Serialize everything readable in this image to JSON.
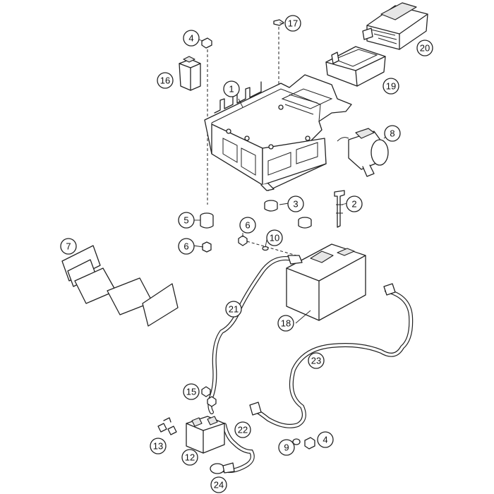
{
  "callouts": [
    {
      "id": "c1",
      "label": "1"
    },
    {
      "id": "c2",
      "label": "2"
    },
    {
      "id": "c3",
      "label": "3"
    },
    {
      "id": "c4a",
      "label": "4"
    },
    {
      "id": "c4b",
      "label": "4"
    },
    {
      "id": "c5",
      "label": "5"
    },
    {
      "id": "c6a",
      "label": "6"
    },
    {
      "id": "c6b",
      "label": "6"
    },
    {
      "id": "c7",
      "label": "7"
    },
    {
      "id": "c8",
      "label": "8"
    },
    {
      "id": "c9",
      "label": "9"
    },
    {
      "id": "c10",
      "label": "10"
    },
    {
      "id": "c12",
      "label": "12"
    },
    {
      "id": "c13",
      "label": "13"
    },
    {
      "id": "c15",
      "label": "15"
    },
    {
      "id": "c16",
      "label": "16"
    },
    {
      "id": "c17",
      "label": "17"
    },
    {
      "id": "c18",
      "label": "18"
    },
    {
      "id": "c19",
      "label": "19"
    },
    {
      "id": "c20",
      "label": "20"
    },
    {
      "id": "c21",
      "label": "21"
    },
    {
      "id": "c22",
      "label": "22"
    },
    {
      "id": "c23",
      "label": "23"
    },
    {
      "id": "c24",
      "label": "24"
    }
  ]
}
